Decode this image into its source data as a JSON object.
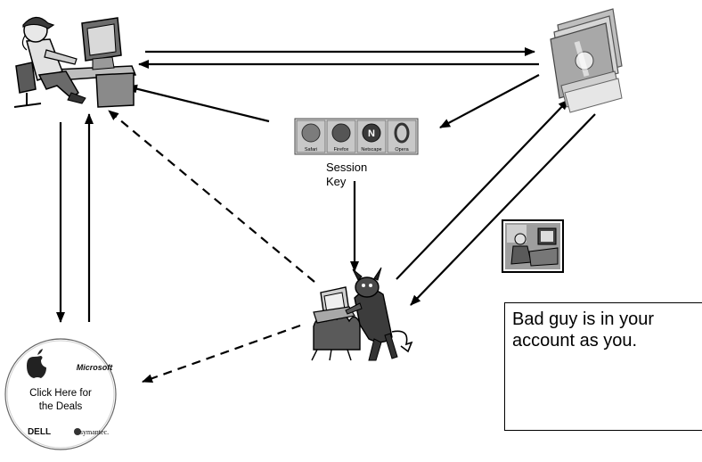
{
  "session_key": {
    "line1": "Session",
    "line2": "Key"
  },
  "browsers": [
    "Safari",
    "Firefox",
    "Netscape",
    "Opera"
  ],
  "disc": {
    "brands": [
      "Microsoft",
      "DELL",
      "symantec."
    ],
    "cta_line1": "Click Here for",
    "cta_line2": "the Deals"
  },
  "note": {
    "text": "Bad guy is in your account as you."
  },
  "colors": {
    "line": "#000000",
    "icon_dark": "#2a2a2a",
    "icon_mid": "#7a7a7a",
    "icon_light": "#c8c8c8"
  },
  "icons": {
    "user": "user-at-computer-icon",
    "money": "money-stack-icon",
    "browsers": "browser-icons-strip",
    "attacker": "devil-hacker-icon",
    "disc": "promo-cd-icon",
    "thumbnail": "user-thumbnail-icon"
  }
}
